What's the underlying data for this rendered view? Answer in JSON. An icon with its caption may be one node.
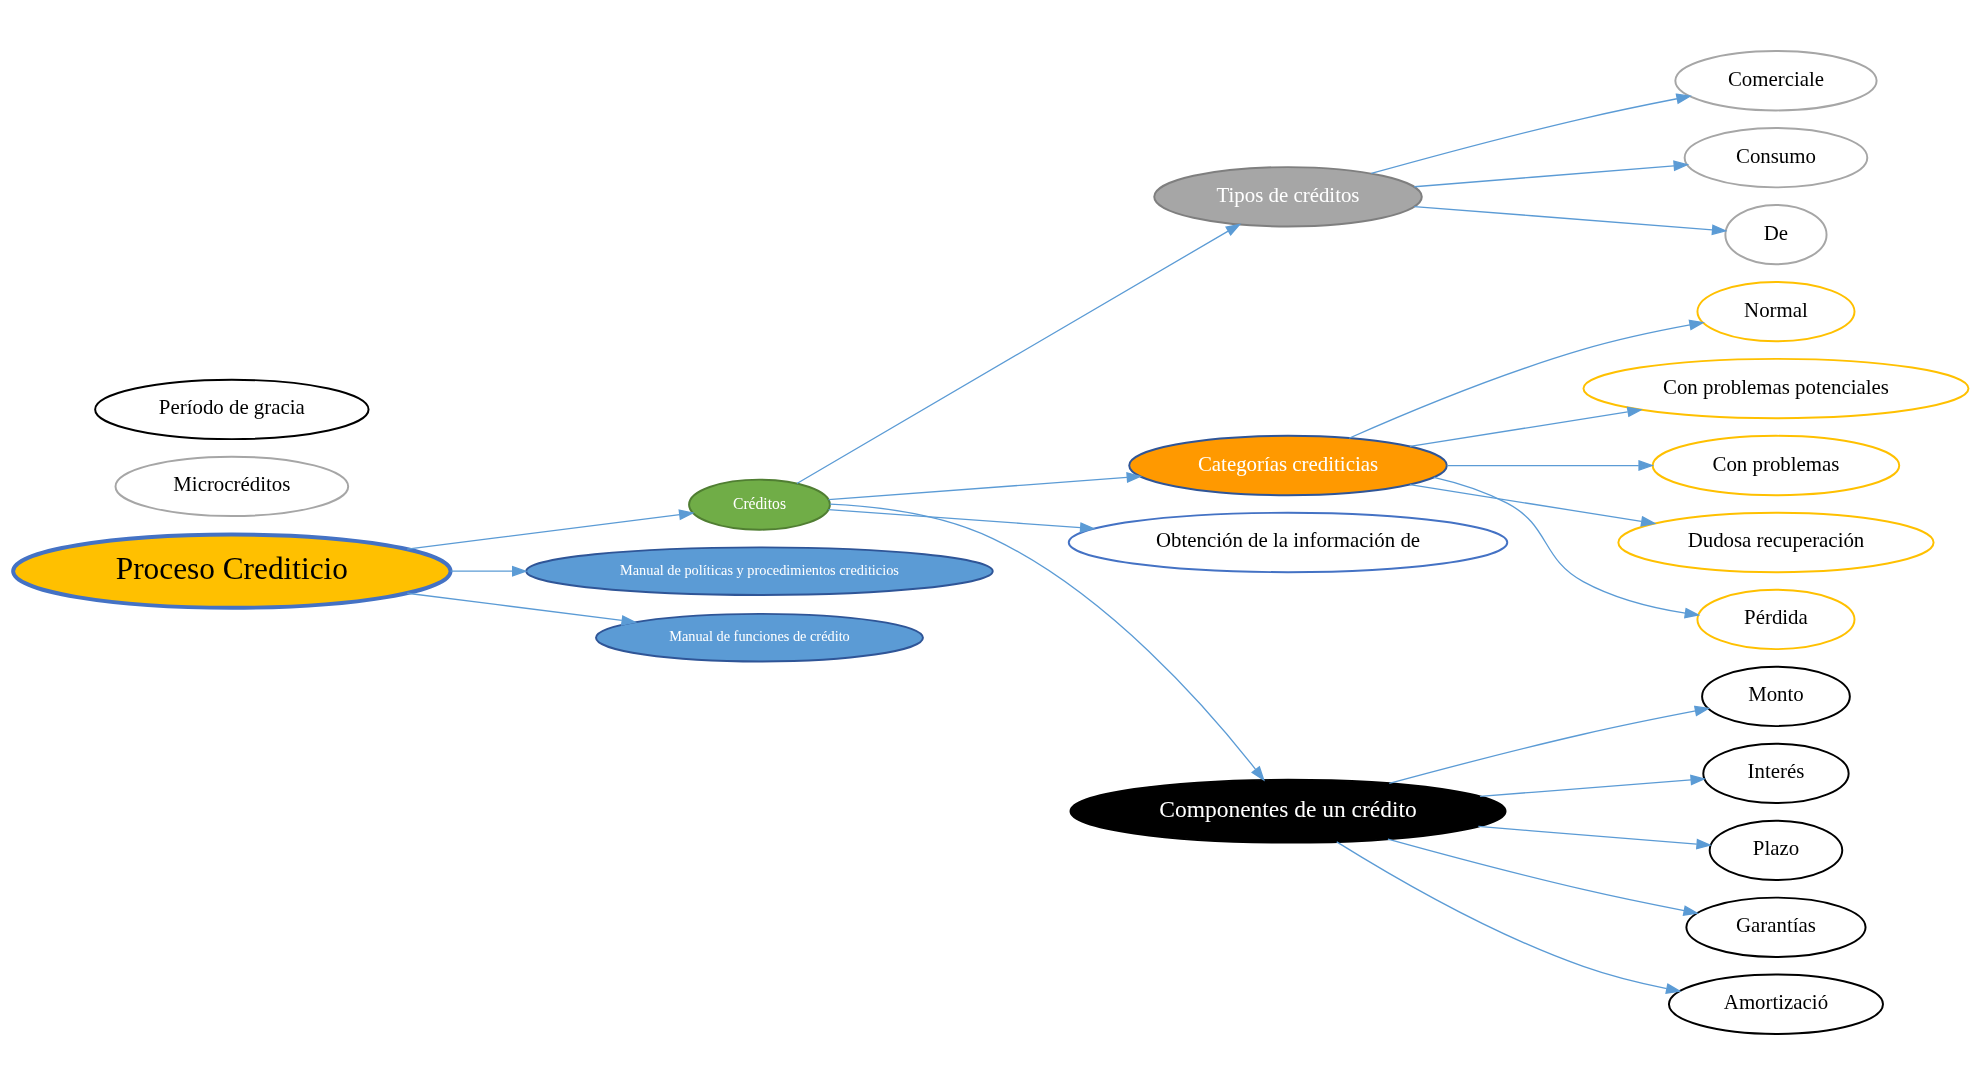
{
  "diagram": {
    "nodes": [
      {
        "text": [
          "Proceso Crediticio"
        ]
      },
      {
        "text": [
          "Tipos de créditos"
        ]
      },
      {
        "text": [
          "Comerciale"
        ]
      },
      {
        "text": [
          "Consumo"
        ]
      },
      {
        "text": [
          "De"
        ]
      },
      {
        "text": [
          "Microcréditos"
        ]
      },
      {
        "text": [
          "Normal"
        ]
      },
      {
        "text": [
          "Con problemas potenciales"
        ]
      },
      {
        "text": [
          "Con problemas"
        ]
      },
      {
        "text": [
          "Créditos"
        ]
      },
      {
        "text": [
          "Categorías crediticias"
        ]
      },
      {
        "text": [
          "Dudosa recuperación"
        ]
      },
      {
        "text": [
          "Pérdida"
        ]
      },
      {
        "text": [
          "Obtención de la información de"
        ]
      },
      {
        "text": [
          "Manual de políticas y procedimientos crediticios"
        ]
      },
      {
        "text": [
          "Componentes de un crédito"
        ]
      },
      {
        "text": [
          "Monto"
        ]
      },
      {
        "text": [
          "Interés"
        ]
      },
      {
        "text": [
          "Plazo"
        ]
      },
      {
        "text": [
          "Manual de funciones de crédito"
        ]
      },
      {
        "text": [
          "Período de gracia"
        ]
      },
      {
        "text": [
          "Garantías"
        ]
      },
      {
        "text": [
          "Amortizació"
        ]
      }
    ],
    "edges": [
      {
        "from": 0,
        "to": 9,
        "arrow": "to"
      },
      {
        "from": 9,
        "to": 1,
        "arrow": "to"
      },
      {
        "from": 1,
        "to": 2,
        "arrow": "to"
      },
      {
        "from": 1,
        "to": 3,
        "arrow": "to"
      },
      {
        "from": 1,
        "to": 4,
        "arrow": "to"
      },
      {
        "from": 9,
        "to": 10,
        "arrow": "to"
      },
      {
        "from": 10,
        "to": 6,
        "arrow": "to"
      },
      {
        "from": 10,
        "to": 7,
        "arrow": "to"
      },
      {
        "from": 10,
        "to": 8,
        "arrow": "to"
      },
      {
        "from": 10,
        "to": 11,
        "arrow": "to"
      },
      {
        "from": 10,
        "to": 12,
        "arrow": "to"
      },
      {
        "from": 9,
        "to": 13,
        "arrow": "to"
      },
      {
        "from": 9,
        "to": 15,
        "arrow": "to"
      },
      {
        "from": 0,
        "to": 14,
        "arrow": "to"
      },
      {
        "from": 0,
        "to": 19,
        "arrow": "to"
      },
      {
        "from": 15,
        "to": 16,
        "arrow": "to"
      },
      {
        "from": 15,
        "to": 17,
        "arrow": "to"
      },
      {
        "from": 15,
        "to": 18,
        "arrow": "to"
      },
      {
        "from": 15,
        "to": 22,
        "arrow": "to"
      },
      {
        "from": 15,
        "to": 21,
        "arrow": "to"
      }
    ]
  }
}
